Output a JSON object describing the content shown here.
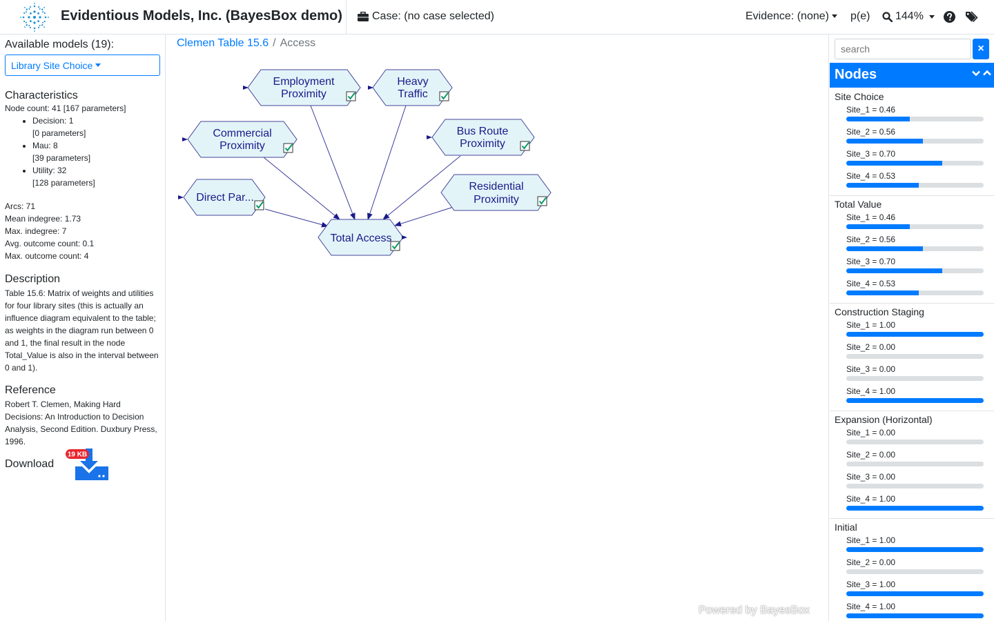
{
  "header": {
    "brand": "Evidentious Models, Inc. (BayesBox demo)",
    "case_label": "Case: (no case selected)",
    "evidence_label": "Evidence: (none)",
    "pe_label": "p(e)",
    "zoom_label": "144%",
    "icons": [
      "logo-icon",
      "briefcase-icon",
      "search-icon",
      "help-icon",
      "tag-icon"
    ]
  },
  "left": {
    "available_label": "Available models (19):",
    "model_select": "Library Site Choice",
    "characteristics_title": "Characteristics",
    "node_count": "Node count: 41 [167 parameters]",
    "kinds": [
      {
        "line1": "Decision: 1",
        "line2": "[0 parameters]"
      },
      {
        "line1": "Mau: 8",
        "line2": "[39 parameters]"
      },
      {
        "line1": "Utility: 32",
        "line2": "[128 parameters]"
      }
    ],
    "stats": [
      "Arcs: 71",
      "Mean indegree: 1.73",
      "Max. indegree: 7",
      "Avg. outcome count: 0.1",
      "Max. outcome count: 4"
    ],
    "description_title": "Description",
    "description": "Table 15.6: Matrix of weights and utilities for four library sites (this is actually an influence diagram equivalent to the table; as weights in the diagram run between 0 and 1, the final result in the node Total_Value is also in the interval between 0 and 1).",
    "reference_title": "Reference",
    "reference": "Robert T. Clemen, Making Hard Decisions: An Introduction to Decision Analysis, Second Edition. Duxbury Press, 1996.",
    "download_title": "Download",
    "download_badge": "19 KB"
  },
  "main": {
    "breadcrumb_link": "Clemen Table 15.6",
    "breadcrumb_sep": "/",
    "breadcrumb_current": "Access",
    "powered": "Powered by BayesBox",
    "diagram_nodes": [
      {
        "id": "employment",
        "line1": "Employment",
        "line2": "Proximity"
      },
      {
        "id": "traffic",
        "line1": "Heavy",
        "line2": "Traffic"
      },
      {
        "id": "commercial",
        "line1": "Commercial",
        "line2": "Proximity"
      },
      {
        "id": "busroute",
        "line1": "Bus Route",
        "line2": "Proximity"
      },
      {
        "id": "directpar",
        "line1": "Direct Par...",
        "line2": ""
      },
      {
        "id": "residential",
        "line1": "Residential",
        "line2": "Proximity"
      },
      {
        "id": "total",
        "line1": "Total Access",
        "line2": ""
      }
    ]
  },
  "right": {
    "search_placeholder": "search",
    "clear_label": "×",
    "nodes_title": "Nodes",
    "nodes": [
      {
        "title": "Site Choice",
        "states": [
          {
            "label": "Site_1 = 0.46",
            "value": 0.46
          },
          {
            "label": "Site_2 = 0.56",
            "value": 0.56
          },
          {
            "label": "Site_3 = 0.70",
            "value": 0.7
          },
          {
            "label": "Site_4 = 0.53",
            "value": 0.53
          }
        ]
      },
      {
        "title": "Total Value",
        "states": [
          {
            "label": "Site_1 = 0.46",
            "value": 0.46
          },
          {
            "label": "Site_2 = 0.56",
            "value": 0.56
          },
          {
            "label": "Site_3 = 0.70",
            "value": 0.7
          },
          {
            "label": "Site_4 = 0.53",
            "value": 0.53
          }
        ]
      },
      {
        "title": "Construction Staging",
        "states": [
          {
            "label": "Site_1 = 1.00",
            "value": 1.0
          },
          {
            "label": "Site_2 = 0.00",
            "value": 0.0
          },
          {
            "label": "Site_3 = 0.00",
            "value": 0.0
          },
          {
            "label": "Site_4 = 1.00",
            "value": 1.0
          }
        ]
      },
      {
        "title": "Expansion (Horizontal)",
        "states": [
          {
            "label": "Site_1 = 0.00",
            "value": 0.0
          },
          {
            "label": "Site_2 = 0.00",
            "value": 0.0
          },
          {
            "label": "Site_3 = 0.00",
            "value": 0.0
          },
          {
            "label": "Site_4 = 1.00",
            "value": 1.0
          }
        ]
      },
      {
        "title": "Initial",
        "states": [
          {
            "label": "Site_1 = 1.00",
            "value": 1.0
          },
          {
            "label": "Site_2 = 0.00",
            "value": 0.0
          },
          {
            "label": "Site_3 = 1.00",
            "value": 1.0
          },
          {
            "label": "Site_4 = 1.00",
            "value": 1.0
          }
        ]
      }
    ]
  }
}
